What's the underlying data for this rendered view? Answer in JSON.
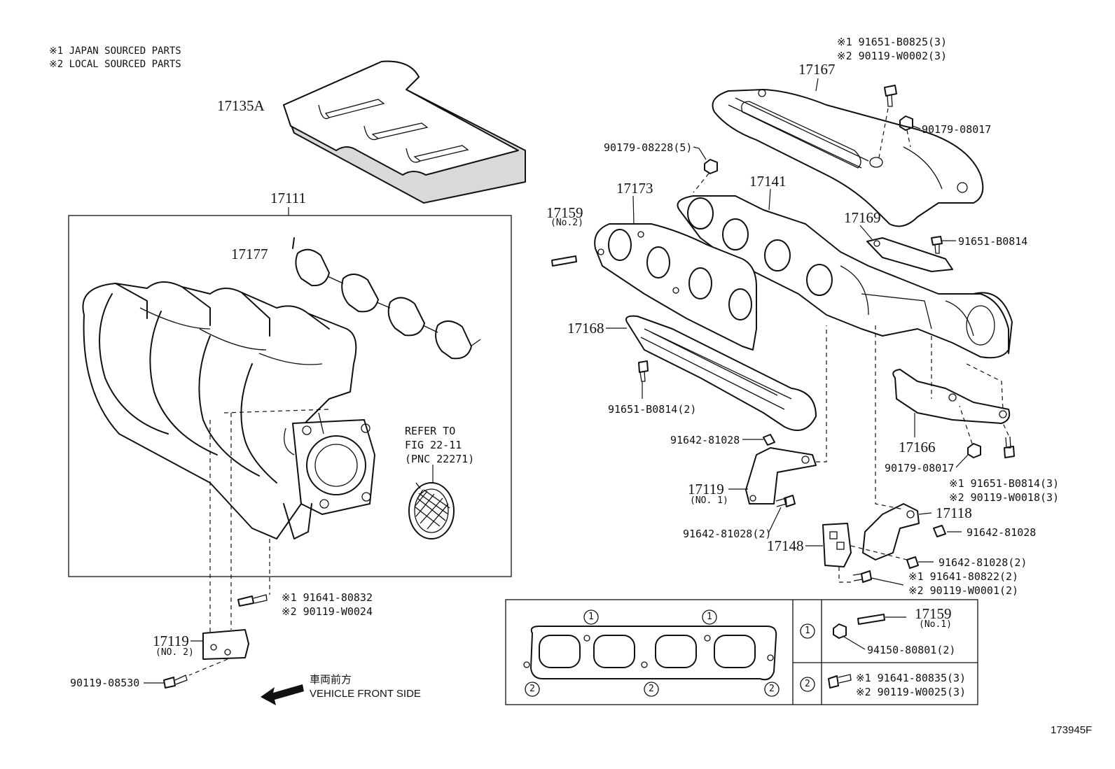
{
  "notes": [
    "※1 JAPAN SOURCED PARTS",
    "※2 LOCAL SOURCED PARTS"
  ],
  "labels": {
    "p17135A": "17135A",
    "p17111": "17111",
    "p17177": "17177",
    "p17167": "17167",
    "p17167_b1": "※1 91651-B0825(3)",
    "p17167_b2": "※2 90119-W0002(3)",
    "nut_90179_08017_top": "90179-08017",
    "nut_90179_08228": "90179-08228(5)",
    "p17141": "17141",
    "p17173": "17173",
    "p17159": "17159",
    "p17159_no2": "(No.2)",
    "p17169": "17169",
    "b_91651_B0814": "91651-B0814",
    "p17168": "17168",
    "b_91651_B0814_2": "91651-B0814(2)",
    "refer_to": "REFER TO",
    "fig": "FIG 22-11",
    "pnc": "(PNC 22271)",
    "b_91642_81028_a": "91642-81028",
    "p17119_no1": "17119",
    "p17119_no1_sub": "(NO. 1)",
    "b_91642_81028_2a": "91642-81028(2)",
    "p17166": "17166",
    "nut_90179_08017_mid": "90179-08017",
    "b_17166_1": "※1 91651-B0814(3)",
    "b_17166_2": "※2 90119-W0018(3)",
    "p17118": "17118",
    "b_91642_81028_b": "91642-81028",
    "p17148": "17148",
    "b_91642_81028_2b": "91642-81028(2)",
    "b_17148_1": "※1 91641-80822(2)",
    "b_17148_2": "※2 90119-W0001(2)",
    "b_intake_1": "※1 91641-80832",
    "b_intake_2": "※2 90119-W0024",
    "p17119_no2": "17119",
    "p17119_no2_sub": "(NO. 2)",
    "b_90119_08530": "90119-08530",
    "front_jp": "車両前方",
    "front_en": "VEHICLE FRONT SIDE",
    "figure_id": "173945F"
  },
  "inset": {
    "circle1": "1",
    "circle2": "2",
    "stud_label": "17159",
    "stud_sub": "(No.1)",
    "nut_label": "94150-80801(2)",
    "bolt_1": "※1 91641-80835(3)",
    "bolt_2": "※2 90119-W0025(3)"
  }
}
